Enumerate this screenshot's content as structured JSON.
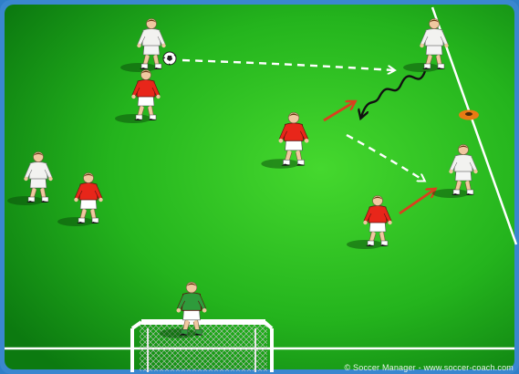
{
  "diagram": {
    "colors": {
      "pitch_light": "#3fd02a",
      "pitch_dark": "#0f8a12",
      "frame_blue": "#3a87cf",
      "line_white": "#ffffff",
      "attacker_red": "#e8261a",
      "defender_white": "#f2f2f0",
      "goalkeeper_green": "#2e9b3b",
      "cone_orange": "#e87a14",
      "arrow_red": "#d9401f",
      "arrow_black": "#111111",
      "arrow_white": "#ffffff"
    },
    "players": [
      {
        "name": "defender-top-left",
        "team": "white"
      },
      {
        "name": "defender-top-right",
        "team": "white"
      },
      {
        "name": "defender-left",
        "team": "white"
      },
      {
        "name": "defender-right",
        "team": "white"
      },
      {
        "name": "attacker-top-left",
        "team": "red"
      },
      {
        "name": "attacker-center",
        "team": "red"
      },
      {
        "name": "attacker-left",
        "team": "red"
      },
      {
        "name": "attacker-bottom-right",
        "team": "red"
      },
      {
        "name": "goalkeeper",
        "team": "green"
      }
    ],
    "equipment": [
      "ball-icon",
      "cone-icon",
      "goal-net"
    ],
    "arrows": [
      {
        "name": "pass-arrow-top",
        "style": "dashed",
        "color": "white"
      },
      {
        "name": "pass-arrow-center",
        "style": "dashed",
        "color": "white"
      },
      {
        "name": "run-arrow-center",
        "style": "solid",
        "color": "red"
      },
      {
        "name": "run-arrow-bottom",
        "style": "solid",
        "color": "red"
      },
      {
        "name": "dribble-arrow",
        "style": "wavy",
        "color": "black"
      }
    ],
    "copyright": "© Soccer Manager - www.soccer-coach.com"
  }
}
